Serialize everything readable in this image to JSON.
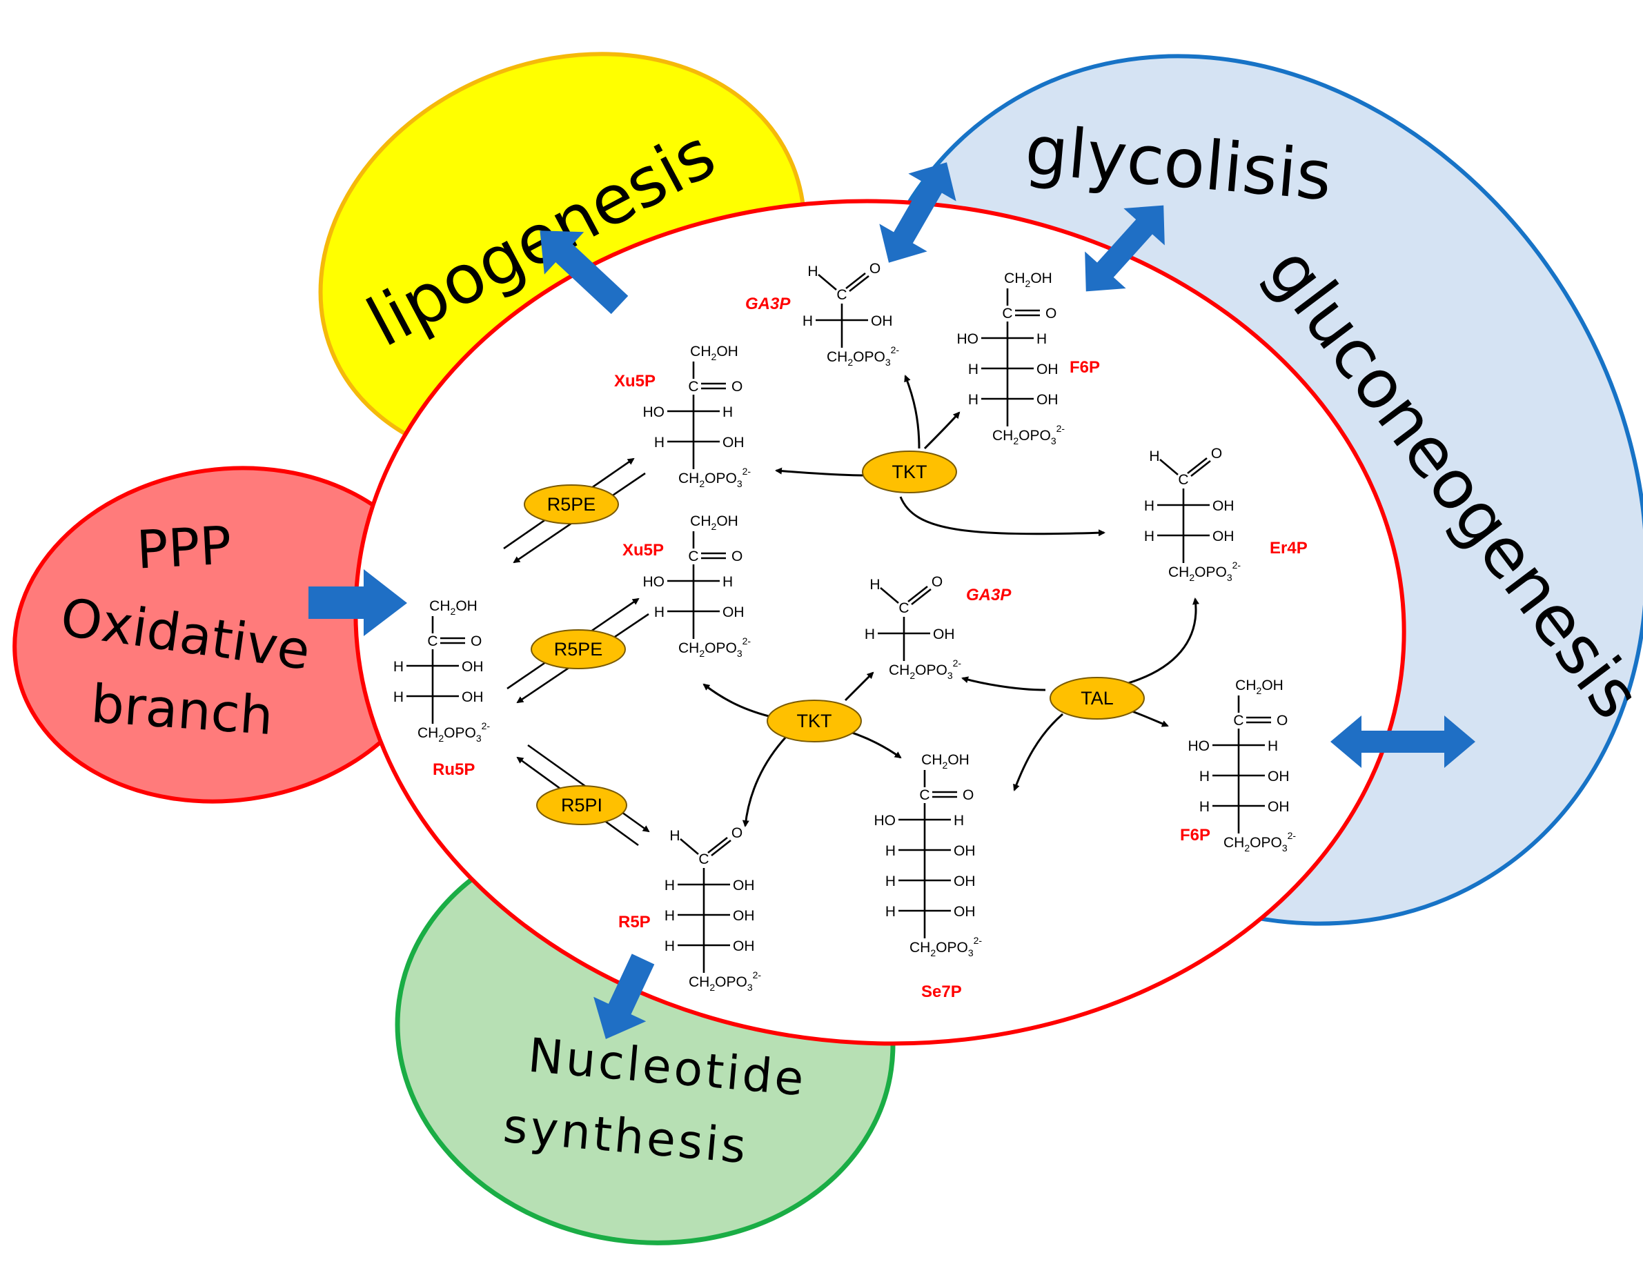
{
  "pathways": {
    "lipogenesis": "lipogenesis",
    "glycolysis": "glycolisis",
    "gluconeogenesis": "gluconeogenesis",
    "ppp_line1": "PPP",
    "ppp_line2": "Oxidative",
    "ppp_line3": "branch",
    "nucleotide_line1": "Nucleotide",
    "nucleotide_line2": "synthesis"
  },
  "enzymes": {
    "r5pe_upper": "R5PE",
    "r5pe_lower": "R5PE",
    "r5pi": "R5PI",
    "tkt_upper": "TKT",
    "tkt_lower": "TKT",
    "tal": "TAL"
  },
  "molecules": {
    "ga3p_top": "GA3P",
    "f6p_top": "F6P",
    "xu5p_upper": "Xu5P",
    "xu5p_lower": "Xu5P",
    "er4p": "Er4P",
    "ga3p_mid": "GA3P",
    "ru5p": "Ru5P",
    "f6p_right": "F6P",
    "r5p": "R5P",
    "se7p": "Se7P"
  },
  "atoms": {
    "H": "H",
    "HO": "HO",
    "OH": "OH",
    "O": "O",
    "C": "C",
    "CH": "CH",
    "OH_tail": "OH",
    "OPO": "OPO",
    "sub2": "2",
    "sub3": "3",
    "charge": "2-"
  },
  "colors": {
    "yellow_fill": "#ffff00",
    "yellow_stroke": "#f5b90a",
    "blue_fill": "#d5e3f3",
    "blue_stroke": "#1773c6",
    "red_fill": "#ff7b7b",
    "red_stroke": "#ff0000",
    "green_fill": "#b7e0b4",
    "green_stroke": "#1aad45",
    "arrow_blue": "#1f6fc5",
    "enzyme_fill": "#ffc000",
    "enzyme_stroke": "#7a5a00",
    "molecule_label": "#ff0000"
  }
}
